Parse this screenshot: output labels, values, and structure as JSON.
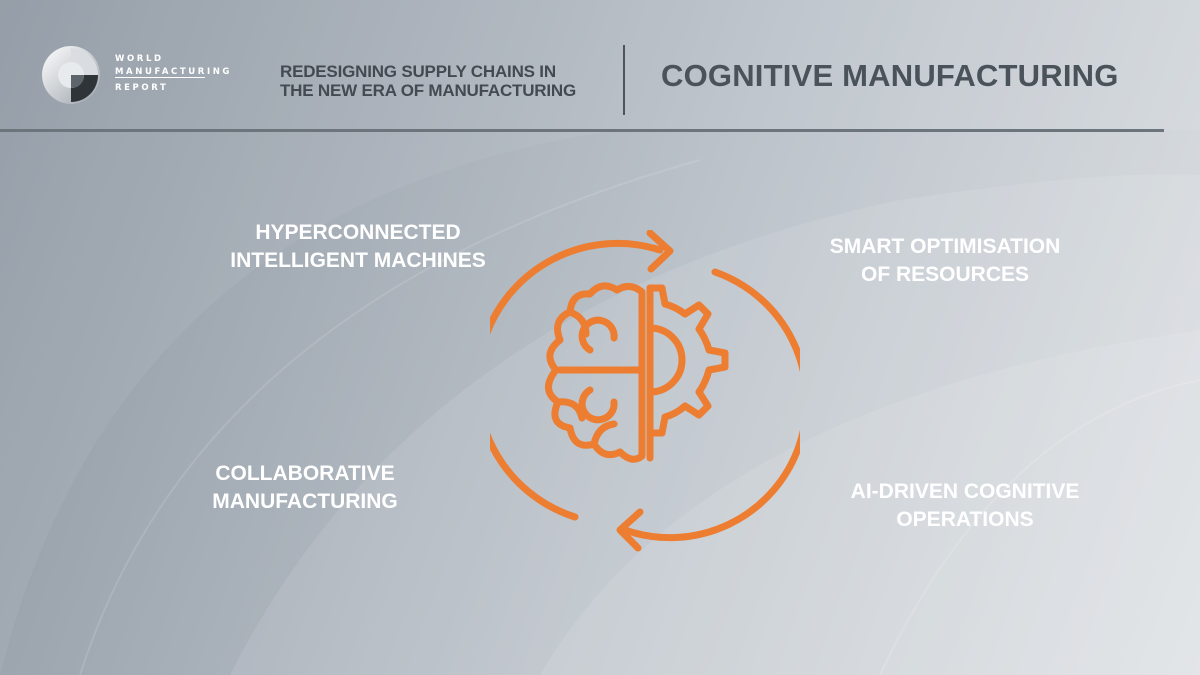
{
  "colors": {
    "accent_orange": "#ed7d31",
    "title_gray": "#4a525a",
    "label_white": "#ffffff"
  },
  "logo": {
    "lines": [
      "WORLD",
      "MANUFACTURING",
      "REPORT"
    ]
  },
  "header": {
    "subtitle": "REDESIGNING SUPPLY CHAINS IN\nTHE NEW ERA OF MANUFACTURING",
    "title": "COGNITIVE MANUFACTURING"
  },
  "labels": {
    "top_left": "HYPERCONNECTED\nINTELLIGENT MACHINES",
    "top_right": "SMART OPTIMISATION\nOF RESOURCES",
    "bottom_left": "COLLABORATIVE\nMANUFACTURING",
    "bottom_right": "AI-DRIVEN COGNITIVE\nOPERATIONS"
  },
  "icons": {
    "logo": "globe-logo-icon",
    "central": "brain-gear-cycle-icon"
  }
}
